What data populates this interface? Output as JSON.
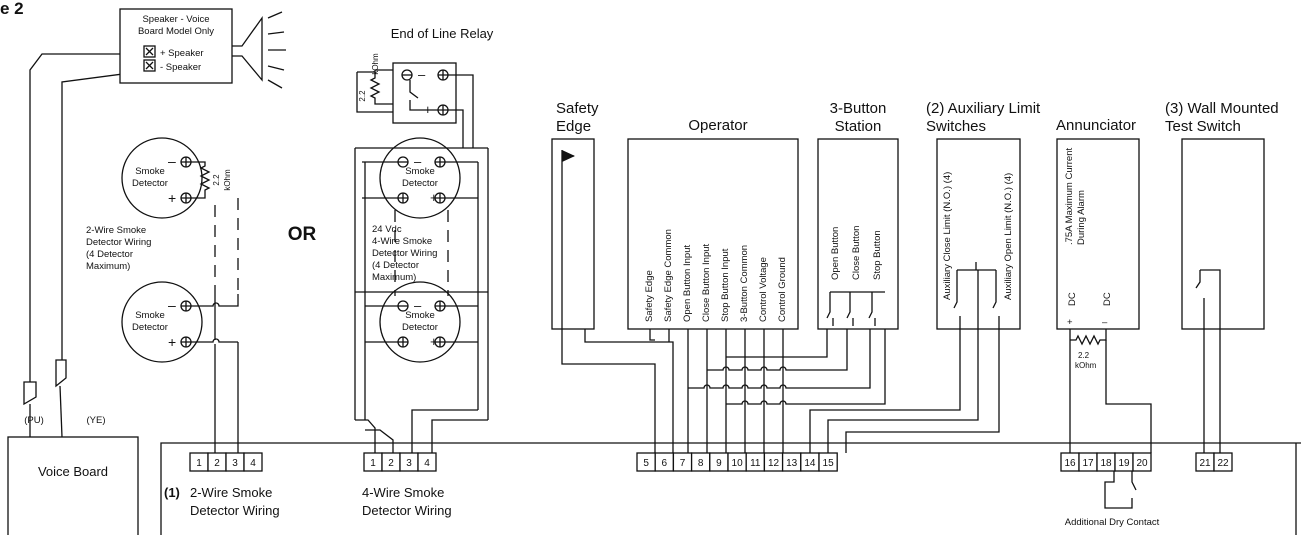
{
  "figure_label": "e 2",
  "speaker": {
    "title_line1": "Speaker - Voice",
    "title_line2": "Board Model Only",
    "plus": "+ Speaker",
    "minus": "- Speaker"
  },
  "end_of_line_relay": {
    "title": "End of Line Relay"
  },
  "or_label": "OR",
  "smoke_detector": {
    "line1": "Smoke",
    "line2": "Detector"
  },
  "resistor_2k2": {
    "value": "2.2",
    "unit": "kOhm"
  },
  "two_wire": {
    "note_line1": "2-Wire Smoke",
    "note_line2": "Detector Wiring",
    "note_line3": "(4 Detector",
    "note_line4": "Maximum)",
    "caption_num": "(1)",
    "caption_line1": "2-Wire Smoke",
    "caption_line2": "Detector Wiring"
  },
  "four_wire": {
    "note_line1": "24 Vdc",
    "note_line2": "4-Wire Smoke",
    "note_line3": "Detector Wiring",
    "note_line4": "(4 Detector",
    "note_line5": "Maximum)",
    "caption_line1": "4-Wire Smoke",
    "caption_line2": "Detector Wiring"
  },
  "voice_board": {
    "label": "Voice Board",
    "pu": "(PU)",
    "ye": "(YE)"
  },
  "safety_edge": {
    "title_line1": "Safety",
    "title_line2": "Edge"
  },
  "operator": {
    "title": "Operator",
    "signals": [
      "Safety Edge",
      "Safety Edge Common",
      "Open Button Input",
      "Close Button Input",
      "Stop Button Input",
      "3-Button Common",
      "Control Voltage",
      "Control Ground"
    ]
  },
  "three_button": {
    "title_line1": "3-Button",
    "title_line2": "Station",
    "buttons": [
      "Open Button",
      "Close Button",
      "Stop Button"
    ]
  },
  "aux_limit": {
    "title_line1": "(2) Auxiliary Limit",
    "title_line2": "Switches",
    "close_limit": "Auxiliary Close Limit (N.O.) (4)",
    "open_limit": "Auxiliary Open Limit (N.O.) (4)"
  },
  "annunciator": {
    "title": "Annunciator",
    "rating_line1": ".75A Maximum Current",
    "rating_line2": "During Alarm",
    "dc": "DC",
    "plus": "+",
    "minus": "–"
  },
  "test_switch": {
    "title_line1": "(3) Wall Mounted",
    "title_line2": "Test Switch"
  },
  "terminals": {
    "group_a": [
      "1",
      "2",
      "3",
      "4"
    ],
    "group_b": [
      "1",
      "2",
      "3",
      "4"
    ],
    "group_c": [
      "5",
      "6",
      "7",
      "8",
      "9",
      "10",
      "11",
      "12",
      "13",
      "14",
      "15"
    ],
    "group_d": [
      "16",
      "17",
      "18",
      "19",
      "20"
    ],
    "group_e": [
      "21",
      "22"
    ]
  },
  "dry_contact": "Additional Dry Contact"
}
